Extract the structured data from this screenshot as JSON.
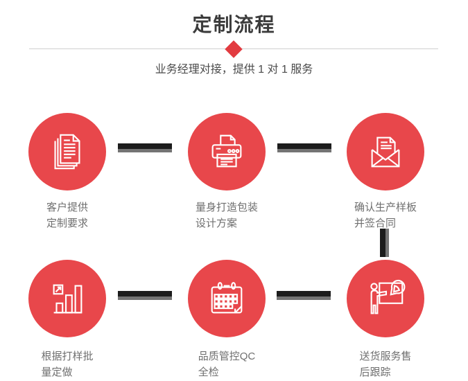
{
  "header": {
    "title": "定制流程",
    "subtitle": "业务经理对接，提供 1 对 1 服务"
  },
  "steps": [
    {
      "icon": "documents-icon",
      "label_line1": "客户提供",
      "label_line2": "定制要求"
    },
    {
      "icon": "printer-icon",
      "label_line1": "量身打造包装",
      "label_line2": "设计方案"
    },
    {
      "icon": "envelope-icon",
      "label_line1": "确认生产样板",
      "label_line2": "并签合同"
    },
    {
      "icon": "bar-chart-icon",
      "label_line1": "根据打样批",
      "label_line2": "量定做"
    },
    {
      "icon": "calendar-icon",
      "label_line1": "品质管控QC",
      "label_line2": "全检"
    },
    {
      "icon": "presentation-icon",
      "label_line1": "送货服务售",
      "label_line2": "后跟踪"
    }
  ],
  "colors": {
    "accent_red": "#e8474b",
    "diamond_color": "#e23b40",
    "connector_black": "#1c1c1c",
    "connector_gray": "#747474",
    "title_color": "#3c3c3c",
    "subtitle_color": "#4a4a4a",
    "label_color": "#6f6f6f",
    "divider_color": "#cfcfcf"
  }
}
